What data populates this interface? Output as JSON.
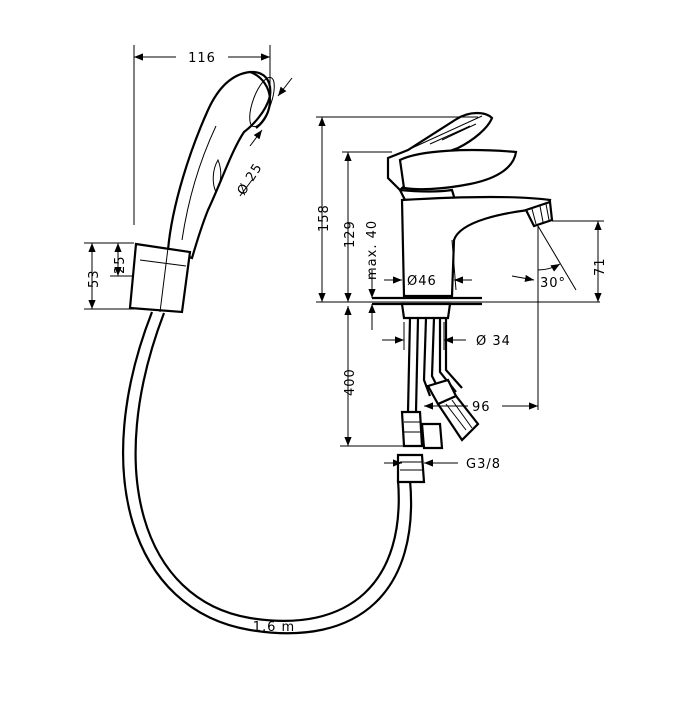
{
  "drawing": {
    "dimensions": {
      "handshower_width": "116",
      "handshower_head_diameter": "Ø 25",
      "holder_height": "53",
      "holder_offset": "25",
      "mixer_height": "158",
      "spout_height": "129",
      "max_deck_thickness": "max. 40",
      "body_diameter": "Ø46",
      "spout_clearance": "71",
      "spout_angle": "30°",
      "hole_diameter": "Ø 34",
      "supply_hose_length": "400",
      "hose_spread": "96",
      "connection_thread": "G3/8",
      "shower_hose_length": "1,6 m"
    },
    "colors": {
      "line": "#000000",
      "background": "#ffffff"
    }
  }
}
